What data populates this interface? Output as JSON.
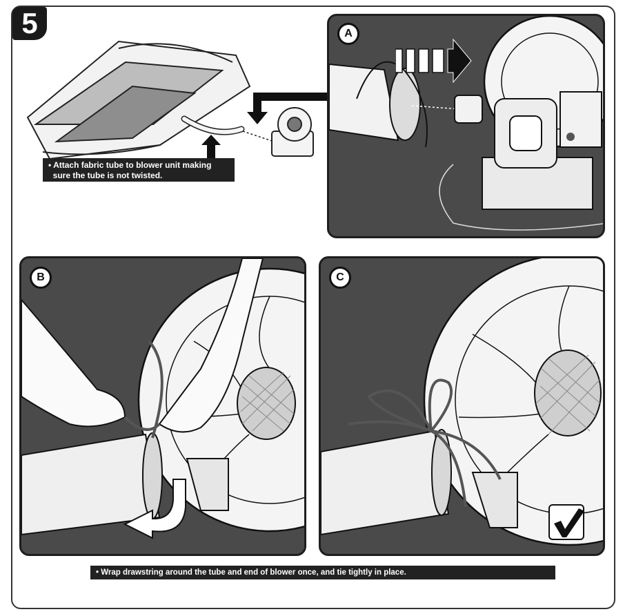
{
  "step": {
    "number": "5"
  },
  "panels": [
    {
      "label": "A"
    },
    {
      "label": "B"
    },
    {
      "label": "C"
    }
  ],
  "captions": {
    "attach": "• Attach fabric tube to blower unit making\n  sure the tube is not twisted.",
    "wrap": "• Wrap drawstring around the tube and end of blower once, and tie tightly in place."
  },
  "icons": {
    "check": "check-mark-icon",
    "arrow": "arrow-right-icon"
  },
  "colors": {
    "panel_bg": "#4a4a4a",
    "caption_bg": "#222222",
    "line": "#111111"
  }
}
